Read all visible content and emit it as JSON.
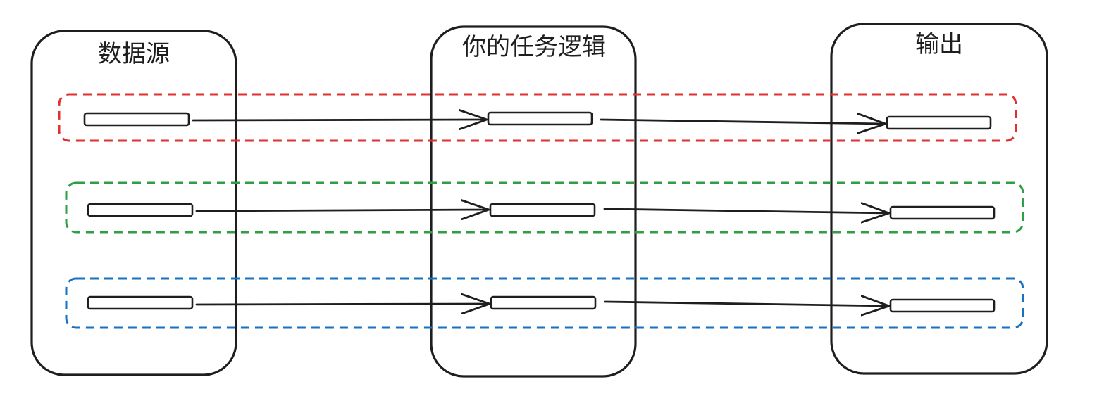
{
  "columns": [
    {
      "id": "source",
      "title": "数据源"
    },
    {
      "id": "logic",
      "title": "你的任务逻辑"
    },
    {
      "id": "output",
      "title": "输出"
    }
  ],
  "flows": [
    {
      "id": "red",
      "color": "#e03131"
    },
    {
      "id": "green",
      "color": "#2f9e44"
    },
    {
      "id": "blue",
      "color": "#1971c2"
    }
  ],
  "colors": {
    "stroke": "#1e1e1e",
    "background": "#ffffff"
  }
}
